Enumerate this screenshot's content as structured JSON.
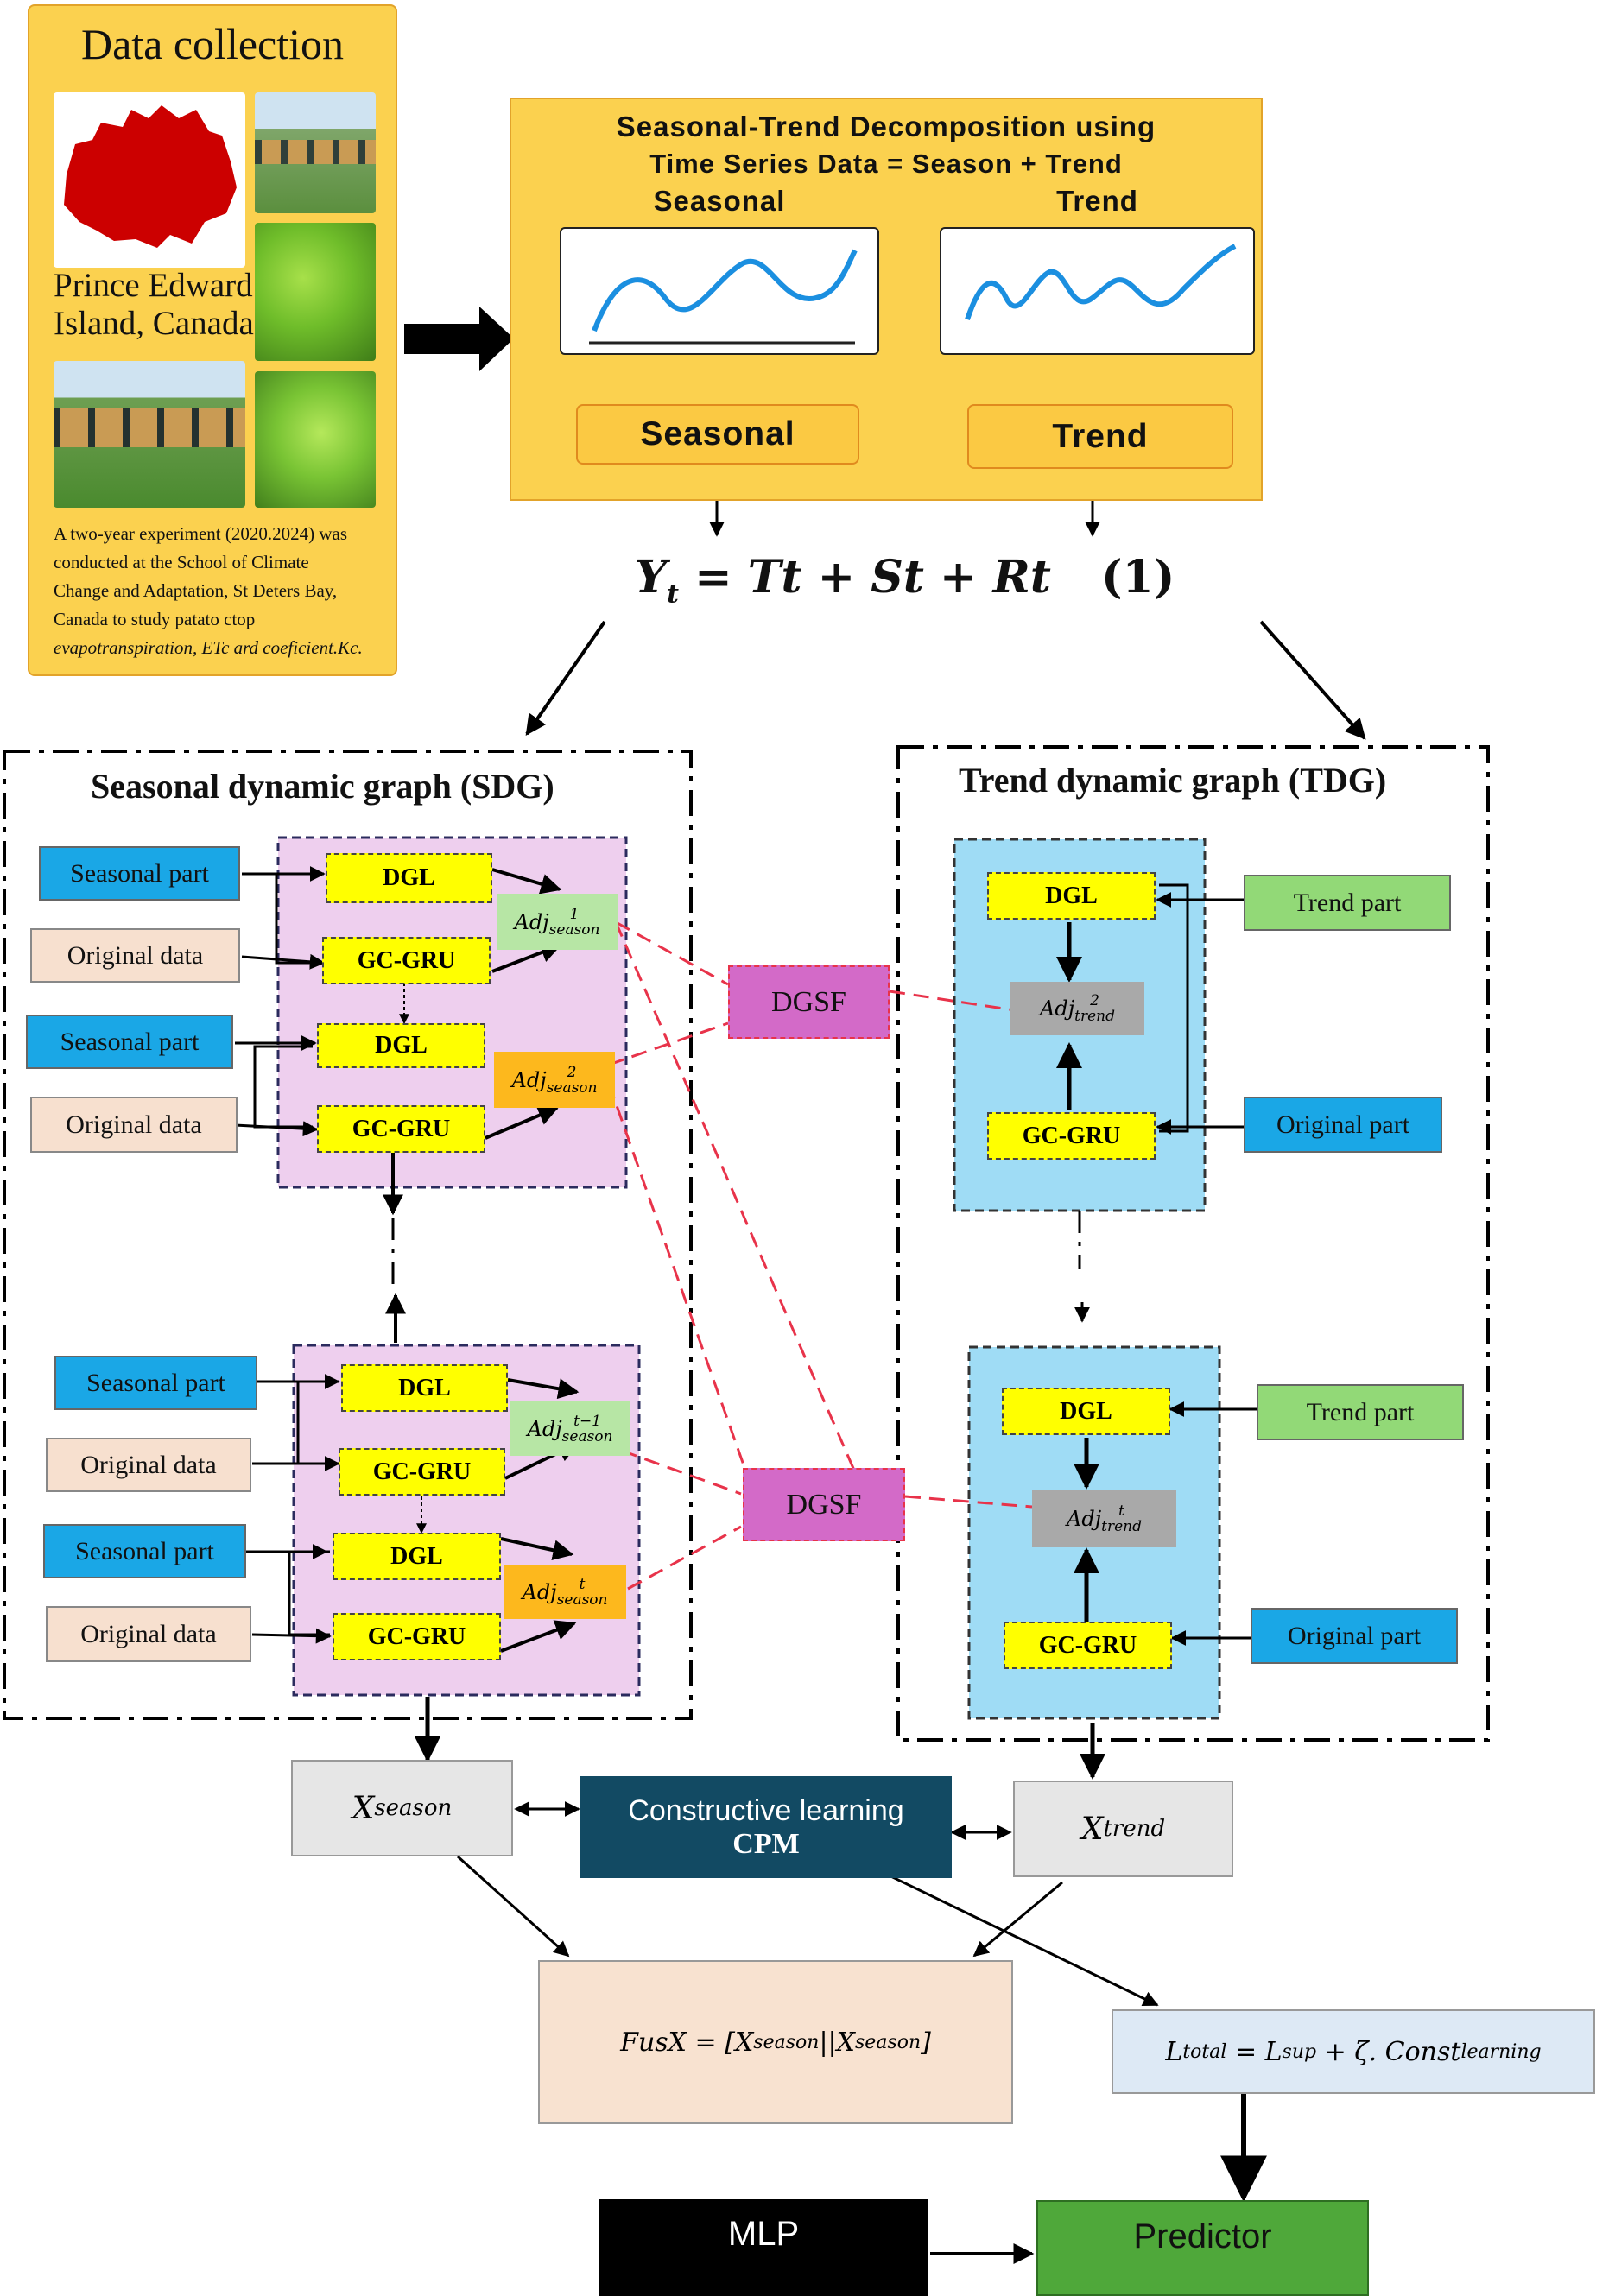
{
  "data_collection": {
    "title": "Data collection",
    "location_line1": "Prince Edward",
    "location_line2": "Island, Canada",
    "description_lines": [
      "A two-year experiment (2020.2024) was",
      "conducted at the School of Climate",
      "Change and Adaptation, St Deters Bay,",
      "Canada to study patato ctop",
      "evapotranspiration, ETc ard coeficient.Kc."
    ]
  },
  "stl": {
    "title": "Seasonal-Trend Decomposition using",
    "subtitle": "Time Series Data = Season + Trend",
    "seasonal_header": "Seasonal",
    "trend_header": "Trend",
    "seasonal_box": "Seasonal",
    "trend_box": "Trend"
  },
  "equation": {
    "lhs": "Y",
    "lhs_sub": "t",
    "rhs": "= Tt + St + Rt",
    "number": "(1)"
  },
  "sdg": {
    "title": "Seasonal dynamic graph (SDG)",
    "dgl": "DGL",
    "gcgru": "GC-GRU",
    "seasonal_part": "Seasonal part",
    "original_data": "Original data",
    "adj_base": "Adj",
    "adj_sub": "season",
    "adj_sups": [
      "1",
      "2",
      "t−1",
      "t"
    ]
  },
  "tdg": {
    "title": "Trend dynamic graph (TDG)",
    "dgl": "DGL",
    "gcgru": "GC-GRU",
    "trend_part": "Trend part",
    "original_part": "Original part",
    "adj_base": "Adj",
    "adj_sub": "trend",
    "adj_sups": [
      "2",
      "t"
    ]
  },
  "dgsf": "DGSF",
  "bottom": {
    "x_season_base": "X",
    "x_season_sub": "season",
    "x_trend_base": "X",
    "x_trend_sub": "trend",
    "contrastive_line1": "Constructive learning",
    "contrastive_line2": "CPM",
    "fusion": {
      "lhs": "FusX = [",
      "a_base": "X",
      "a_sub": "season",
      "sep": "||",
      "b_base": "X",
      "b_sub": "season",
      "rhs": "]"
    },
    "loss": {
      "l1_base": "L",
      "l1_sub": "total",
      "eq": " = ",
      "l2_base": "L",
      "l2_sub": "sup",
      "plus": " + ζ. ",
      "l3_base": "Const",
      "l3_sub": "learning"
    },
    "mlp": "MLP",
    "predictor": "Predictor"
  },
  "colors": {
    "panel_yellow": "#fbd14f",
    "dashed_red": "#e8334a",
    "sdg_block": "#eecfee",
    "tdg_block": "#9fdcf5",
    "cpm": "#124a63",
    "predictor": "#4fa83a"
  }
}
